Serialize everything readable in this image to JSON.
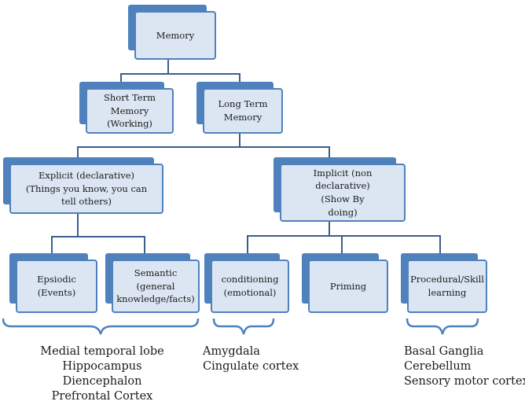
{
  "nodes": {
    "memory": "Memory",
    "short_term": "Short Term Memory (Working)",
    "long_term": "Long Term Memory",
    "explicit": "Explicit (declarative) (Things you know, you can tell others)",
    "implicit": "Implicit (non declarative) (Show By doing)",
    "episodic": "Epsiodic (Events)",
    "semantic": "Semantic (general knowledge/facts)",
    "conditioning": "conditioning (emotional)",
    "priming": "Priming",
    "procedural": "Procedural/Skill learning"
  },
  "regions": {
    "explicit": [
      "Medial temporal lobe",
      "Hippocampus",
      "Diencephalon",
      "Prefrontal Cortex"
    ],
    "conditioning": [
      "Amygdala",
      "Cingulate cortex"
    ],
    "procedural": [
      "Basal Ganglia",
      "Cerebellum",
      "Sensory motor cortex"
    ]
  },
  "colors": {
    "box_fill": "#dce6f2",
    "box_border": "#4f81bd",
    "box_shadow": "#4f81bd",
    "connector": "#3a5f8f"
  }
}
